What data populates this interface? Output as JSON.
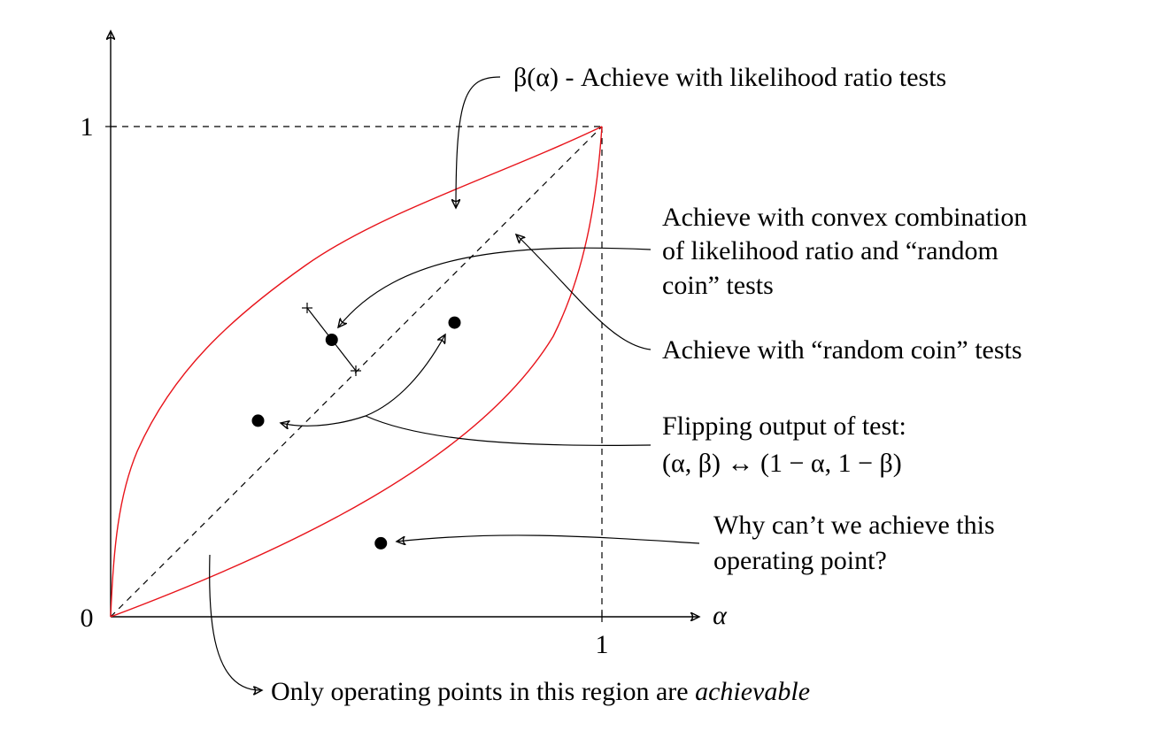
{
  "axes": {
    "x_label": "α",
    "x_tick": "1",
    "y_tick_top": "1",
    "y_tick_origin": "0"
  },
  "annotations": {
    "beta_curve": "β(α) - Achieve with likelihood ratio tests",
    "convex_line1": "Achieve with convex combination",
    "convex_line2": "of likelihood ratio and “random",
    "convex_line3": "coin” tests",
    "random_coin": "Achieve with “random coin” tests",
    "flip_line1": "Flipping output of test:",
    "flip_line2": "(α, β) ↔ (1 − α, 1 − β)",
    "why_line1": "Why can’t we achieve this",
    "why_line2": "operating point?",
    "region_prefix": "Only operating points in this region are ",
    "region_emph": "achievable"
  },
  "colors": {
    "curve": "#e8141b",
    "ink": "#000000"
  },
  "points": [
    {
      "alpha": 0.45,
      "beta": 0.565
    },
    {
      "alpha": 0.7,
      "beta": 0.6
    },
    {
      "alpha": 0.3,
      "beta": 0.4
    },
    {
      "alpha": 0.55,
      "beta": 0.15
    }
  ]
}
